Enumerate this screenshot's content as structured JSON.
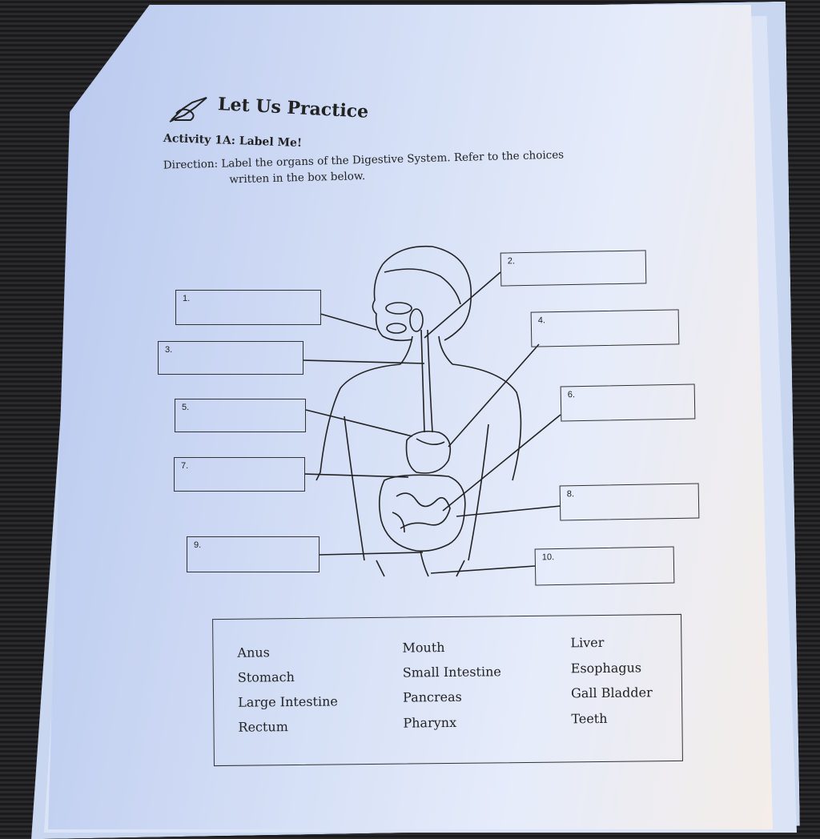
{
  "worksheet": {
    "section_title": "Let Us Practice",
    "activity_title": "Activity 1A: Label Me!",
    "direction_line1": "Direction: Label the organs of the Digestive System. Refer to the choices",
    "direction_line2": "written in the box below.",
    "icon": "pencil-hand-icon"
  },
  "label_boxes": [
    {
      "number": "1.",
      "value": ""
    },
    {
      "number": "2.",
      "value": ""
    },
    {
      "number": "3.",
      "value": ""
    },
    {
      "number": "4.",
      "value": ""
    },
    {
      "number": "5.",
      "value": ""
    },
    {
      "number": "6.",
      "value": ""
    },
    {
      "number": "7.",
      "value": ""
    },
    {
      "number": "8.",
      "value": ""
    },
    {
      "number": "9.",
      "value": ""
    },
    {
      "number": "10.",
      "value": ""
    }
  ],
  "choices": {
    "column1": [
      "Anus",
      "Stomach",
      "Large Intestine",
      "Rectum"
    ],
    "column2": [
      "Mouth",
      "Small Intestine",
      "Pancreas",
      "Pharynx"
    ],
    "column3": [
      "Liver",
      "Esophagus",
      "Gall Bladder",
      "Teeth"
    ]
  }
}
